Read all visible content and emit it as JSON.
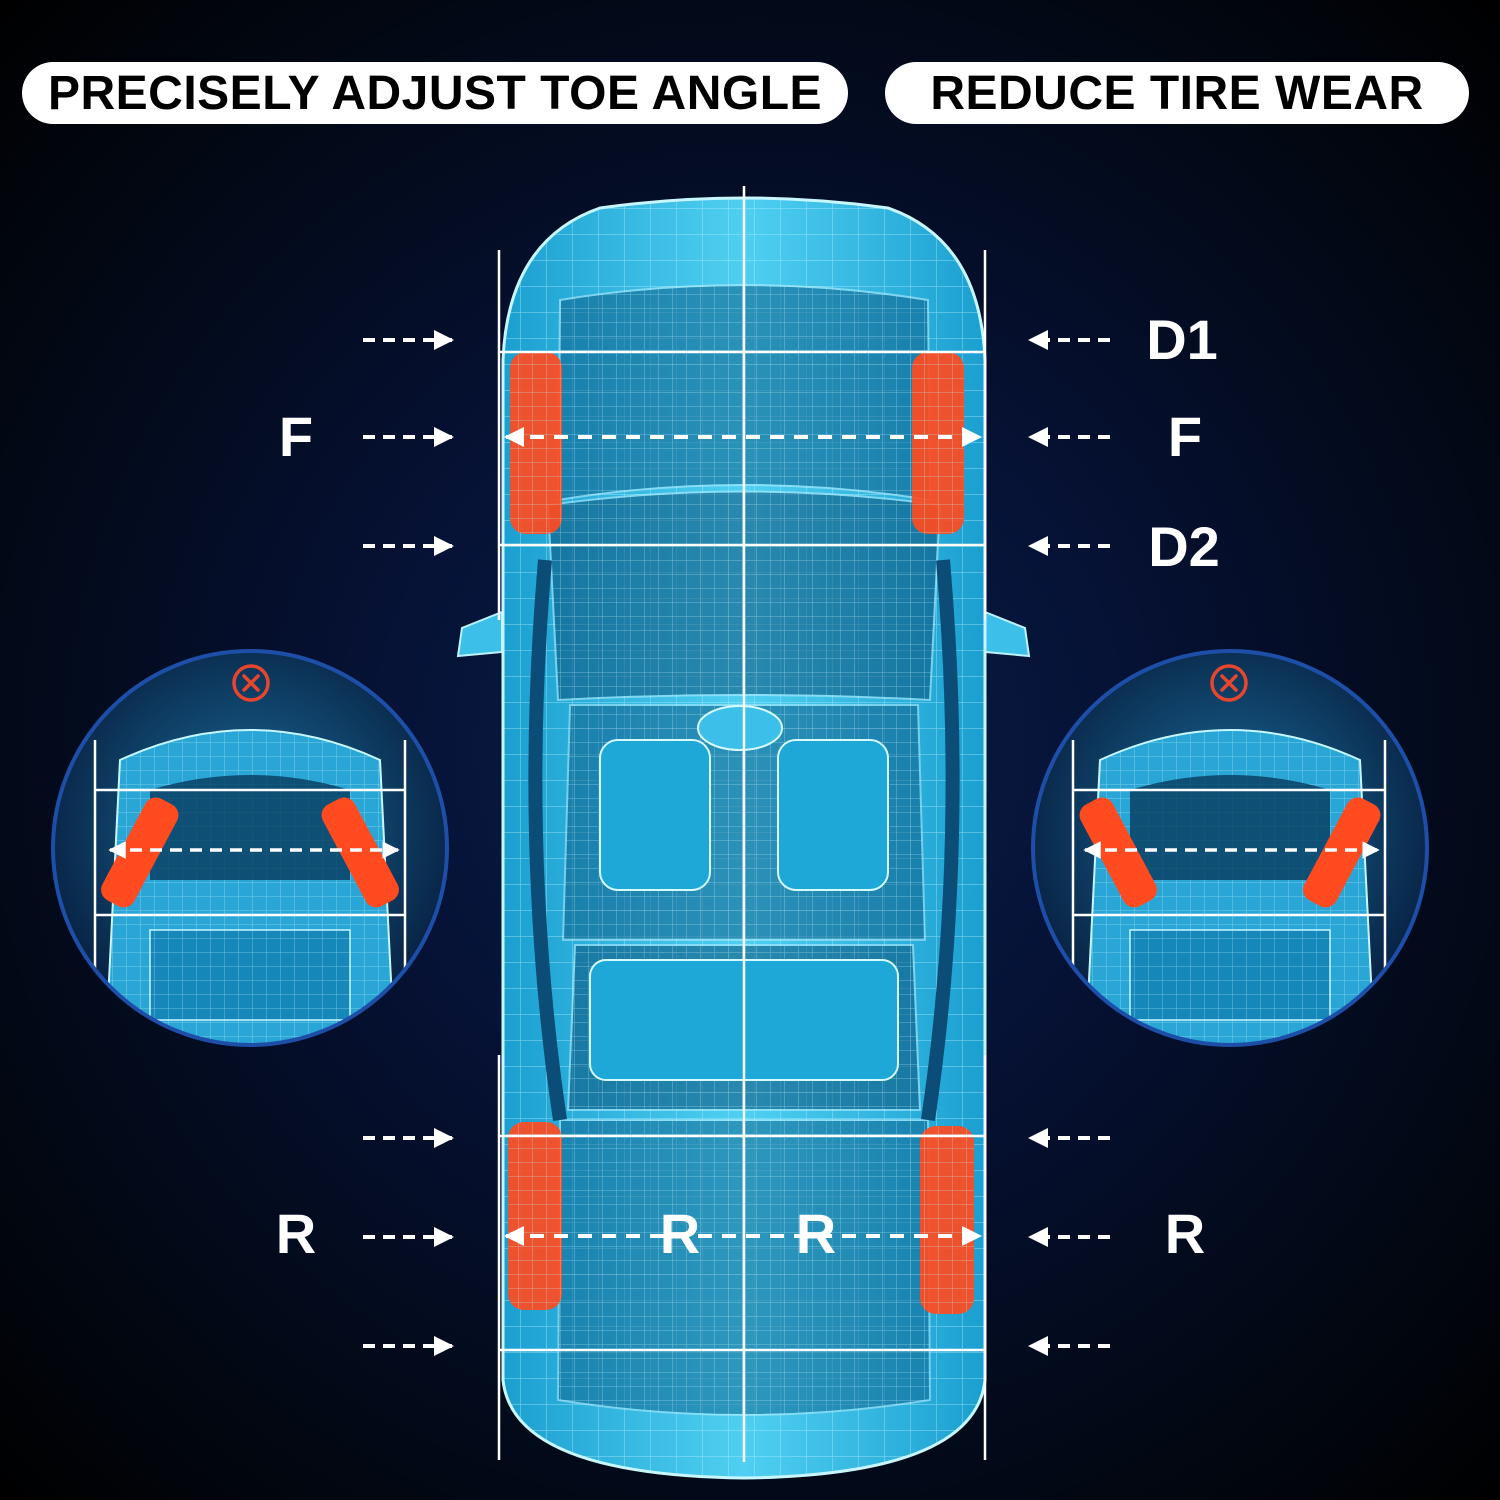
{
  "banners": {
    "left": "PRECISELY ADJUST TOE ANGLE",
    "right": "REDUCE TIRE WEAR"
  },
  "labels": {
    "front_left": "F",
    "front_right": "F",
    "d1": "D1",
    "d2": "D2",
    "rear_left": "R",
    "rear_right": "R",
    "rear_inner_left": "R",
    "rear_inner_right": "R"
  },
  "insets": {
    "left": {
      "status": "incorrect",
      "icon": "x-circle-icon",
      "toe": "toe-in"
    },
    "right": {
      "status": "incorrect",
      "icon": "x-circle-icon",
      "toe": "toe-out"
    }
  },
  "colors": {
    "car_wireframe": "#5fd4f5",
    "tire": "#ff4b1f",
    "guide_lines": "#ffffff",
    "inset_ring": "#1e4fa8",
    "error_icon": "#e8452e"
  }
}
